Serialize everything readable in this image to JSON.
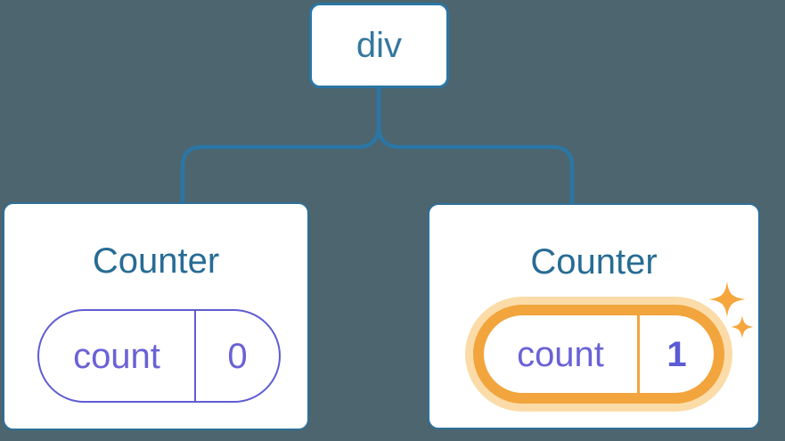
{
  "diagram": {
    "root_label": "div",
    "left_counter": {
      "title": "Counter",
      "state_key": "count",
      "state_value": "0",
      "highlighted": false
    },
    "right_counter": {
      "title": "Counter",
      "state_key": "count",
      "state_value": "1",
      "highlighted": true
    }
  },
  "icons": {
    "sparkle_large": "sparkle-icon",
    "sparkle_small": "sparkle-icon"
  },
  "colors": {
    "background": "#4C656F",
    "card_background": "#FFFFFF",
    "card_border_blue": "#2E6F97",
    "connector_blue": "#2B76A5",
    "root_label_blue": "#35789F",
    "title_blue": "#276C94",
    "state_purple": "#6A62D6",
    "state_value_bold_purple": "#5B5BD6",
    "pill_border_purple": "#5F5DD2",
    "highlight_orange": "#F2A43D",
    "highlight_glow_orange": "#FBDCA8",
    "sparkle_orange": "#F5A73E"
  }
}
